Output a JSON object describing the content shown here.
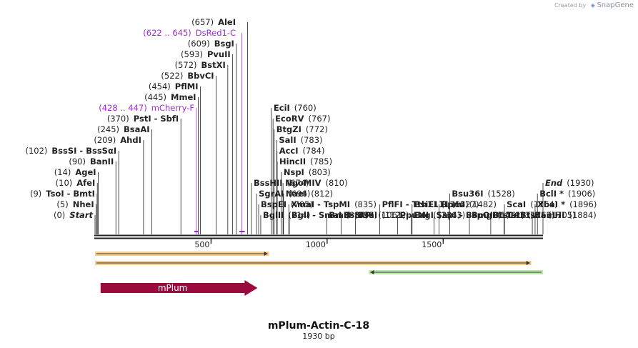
{
  "credit": {
    "prefix": "Created by",
    "brand": "SnapGene"
  },
  "title": "mPlum-Actin-C-18",
  "subtitle": "1930 bp",
  "total_bp": 1930,
  "scale_ticks": [
    {
      "pos": 500,
      "label": "500"
    },
    {
      "pos": 1000,
      "label": "1000"
    },
    {
      "pos": 1500,
      "label": "1500"
    }
  ],
  "left_labels": [
    {
      "name": "Start",
      "num": "(0)",
      "pos": 0,
      "italic": true
    },
    {
      "name": "NheI",
      "num": "(5)",
      "pos": 5
    },
    {
      "name": "TsoI  -  BmtI",
      "num": "(9)",
      "pos": 9
    },
    {
      "name": "AfeI",
      "num": "(10)",
      "pos": 10
    },
    {
      "name": "AgeI",
      "num": "(14)",
      "pos": 14
    },
    {
      "name": "BanII",
      "num": "(90)",
      "pos": 90
    },
    {
      "name": "BssSI  -  BssSαI",
      "num": "(102)",
      "pos": 102
    },
    {
      "name": "AhdI",
      "num": "(209)",
      "pos": 209
    },
    {
      "name": "BsaAI",
      "num": "(245)",
      "pos": 245
    },
    {
      "name": "PstI  -  SbfI",
      "num": "(370)",
      "pos": 370
    },
    {
      "name": "mCherry-F",
      "num": "(428 .. 447)",
      "pos": 437,
      "feature": true
    },
    {
      "name": "MmeI",
      "num": "(445)",
      "pos": 445
    },
    {
      "name": "PflMI",
      "num": "(454)",
      "pos": 454
    },
    {
      "name": "BbvCI",
      "num": "(522)",
      "pos": 522
    },
    {
      "name": "BstXI",
      "num": "(572)",
      "pos": 572
    },
    {
      "name": "PvuII",
      "num": "(593)",
      "pos": 593
    },
    {
      "name": "BsgI",
      "num": "(609)",
      "pos": 609
    },
    {
      "name": "DsRed1-C",
      "num": "(622 .. 645)",
      "pos": 633,
      "feature": true
    },
    {
      "name": "AleI",
      "num": "(657)",
      "pos": 657
    }
  ],
  "right_labels": [
    {
      "name": "BglII",
      "num": "(714)",
      "pos": 714
    },
    {
      "name": "BspEI",
      "num": "(705)",
      "pos": 705
    },
    {
      "name": "SgrAI",
      "num": "(696)",
      "pos": 696
    },
    {
      "name": "BssHII",
      "num": "(674)",
      "pos": 674
    },
    {
      "name": "BglI  -  SmaI",
      "num": "(837)",
      "pos": 837
    },
    {
      "name": "XmaI  -  TspMI",
      "num": "(835)",
      "pos": 835
    },
    {
      "name": "NaeI",
      "num": "(812)",
      "pos": 812
    },
    {
      "name": "NgoMIV",
      "num": "(810)",
      "pos": 810
    },
    {
      "name": "NspI",
      "num": "(803)",
      "pos": 803
    },
    {
      "name": "HincII",
      "num": "(785)",
      "pos": 785
    },
    {
      "name": "AccI",
      "num": "(784)",
      "pos": 784
    },
    {
      "name": "SalI",
      "num": "(783)",
      "pos": 783
    },
    {
      "name": "BtgZI",
      "num": "(772)",
      "pos": 772
    },
    {
      "name": "EcoRV",
      "num": "(767)",
      "pos": 767
    },
    {
      "name": "EciI",
      "num": "(760)",
      "pos": 760
    },
    {
      "name": "BmrI",
      "num": "(998)",
      "pos": 998
    },
    {
      "name": "BstAPI",
      "num": "(1061)",
      "pos": 1061
    },
    {
      "name": "BsaI",
      "num": "(1122)",
      "pos": 1122
    },
    {
      "name": "PpuMI",
      "num": "(1304)",
      "pos": 1304
    },
    {
      "name": "PflFI  -  Tth111I",
      "num": "(1227)",
      "pos": 1227
    },
    {
      "name": "EagI",
      "num": "(1363)",
      "pos": 1363
    },
    {
      "name": "BsiEI",
      "num": "(1366)",
      "pos": 1366
    },
    {
      "name": "SapI  -  BspQI",
      "num": "(1461)",
      "pos": 1461
    },
    {
      "name": "BpmI",
      "num": "(1482)",
      "pos": 1482
    },
    {
      "name": "Bsu36I",
      "num": "(1528)",
      "pos": 1528
    },
    {
      "name": "BmgBI",
      "num": "(1613)",
      "pos": 1613
    },
    {
      "name": "BtsI  -  BtsαI",
      "num": "(1705)",
      "pos": 1705
    },
    {
      "name": "TatI",
      "num": "(1762)",
      "pos": 1762
    },
    {
      "name": "ScaI",
      "num": "(1764)",
      "pos": 1764
    },
    {
      "name": "BamHI",
      "num": "(1884)",
      "pos": 1884
    },
    {
      "name": "XbaI *",
      "num": "(1896)",
      "pos": 1896
    },
    {
      "name": "BclI *",
      "num": "(1906)",
      "pos": 1906
    },
    {
      "name": "End",
      "num": "(1930)",
      "pos": 1930,
      "italic": true
    }
  ],
  "features": [
    {
      "name": "mPlum",
      "start": 24,
      "end": 700,
      "color": "#9b0a3c",
      "kind": "cds"
    }
  ],
  "orf_bars": [
    {
      "start": 0,
      "end": 750,
      "color": "#f0a830",
      "direction": "forward"
    },
    {
      "start": 0,
      "end": 1880,
      "color": "#f0a830",
      "direction": "forward"
    },
    {
      "start": 1180,
      "end": 1930,
      "color": "#7ed957",
      "direction": "reverse"
    }
  ],
  "primer_marks": [
    {
      "name": "mCherry-F",
      "start": 428,
      "end": 447,
      "color": "#9b1ed1"
    },
    {
      "name": "DsRed1-C",
      "start": 622,
      "end": 645,
      "color": "#9b1ed1"
    }
  ]
}
